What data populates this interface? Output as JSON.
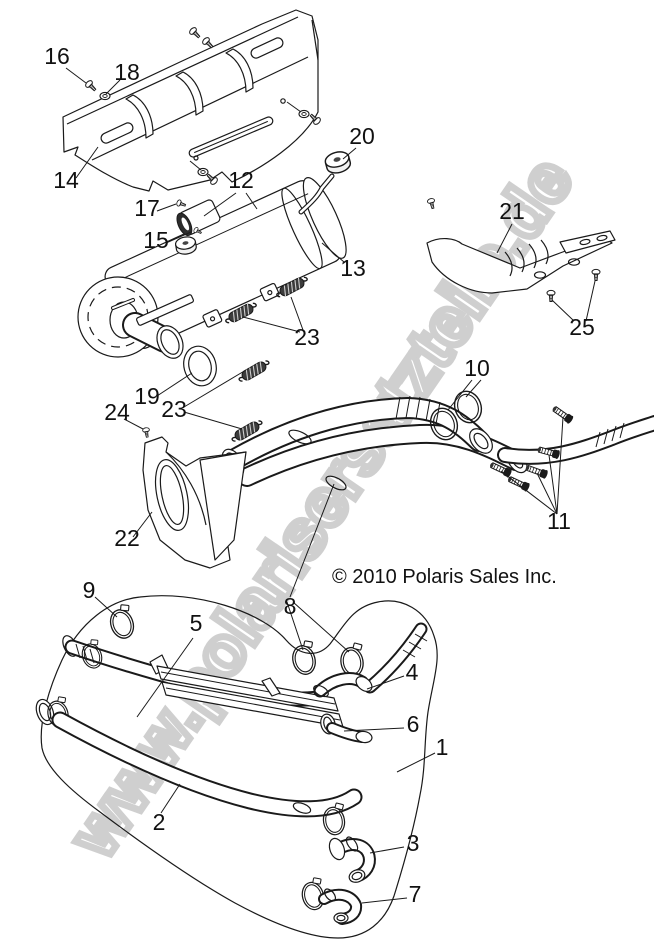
{
  "watermark": {
    "text": "www.polarisersatzteile.de"
  },
  "copyright": {
    "text": "© 2010 Polaris Sales Inc."
  },
  "colors": {
    "line": "#1a1a1a",
    "watermark": "#cfcfcf",
    "background": "#ffffff"
  },
  "diagram_type": "exploded-parts-diagram-exhaust-system",
  "callouts": {
    "1": "1",
    "2": "2",
    "3": "3",
    "4": "4",
    "5": "5",
    "6": "6",
    "7": "7",
    "8": "8",
    "9": "9",
    "10": "10",
    "11": "11",
    "12": "12",
    "13": "13",
    "14": "14",
    "15": "15",
    "16": "16",
    "17": "17",
    "18": "18",
    "19": "19",
    "20": "20",
    "21": "21",
    "22": "22",
    "23": "23",
    "23b": "23",
    "24": "24",
    "25": "25"
  }
}
